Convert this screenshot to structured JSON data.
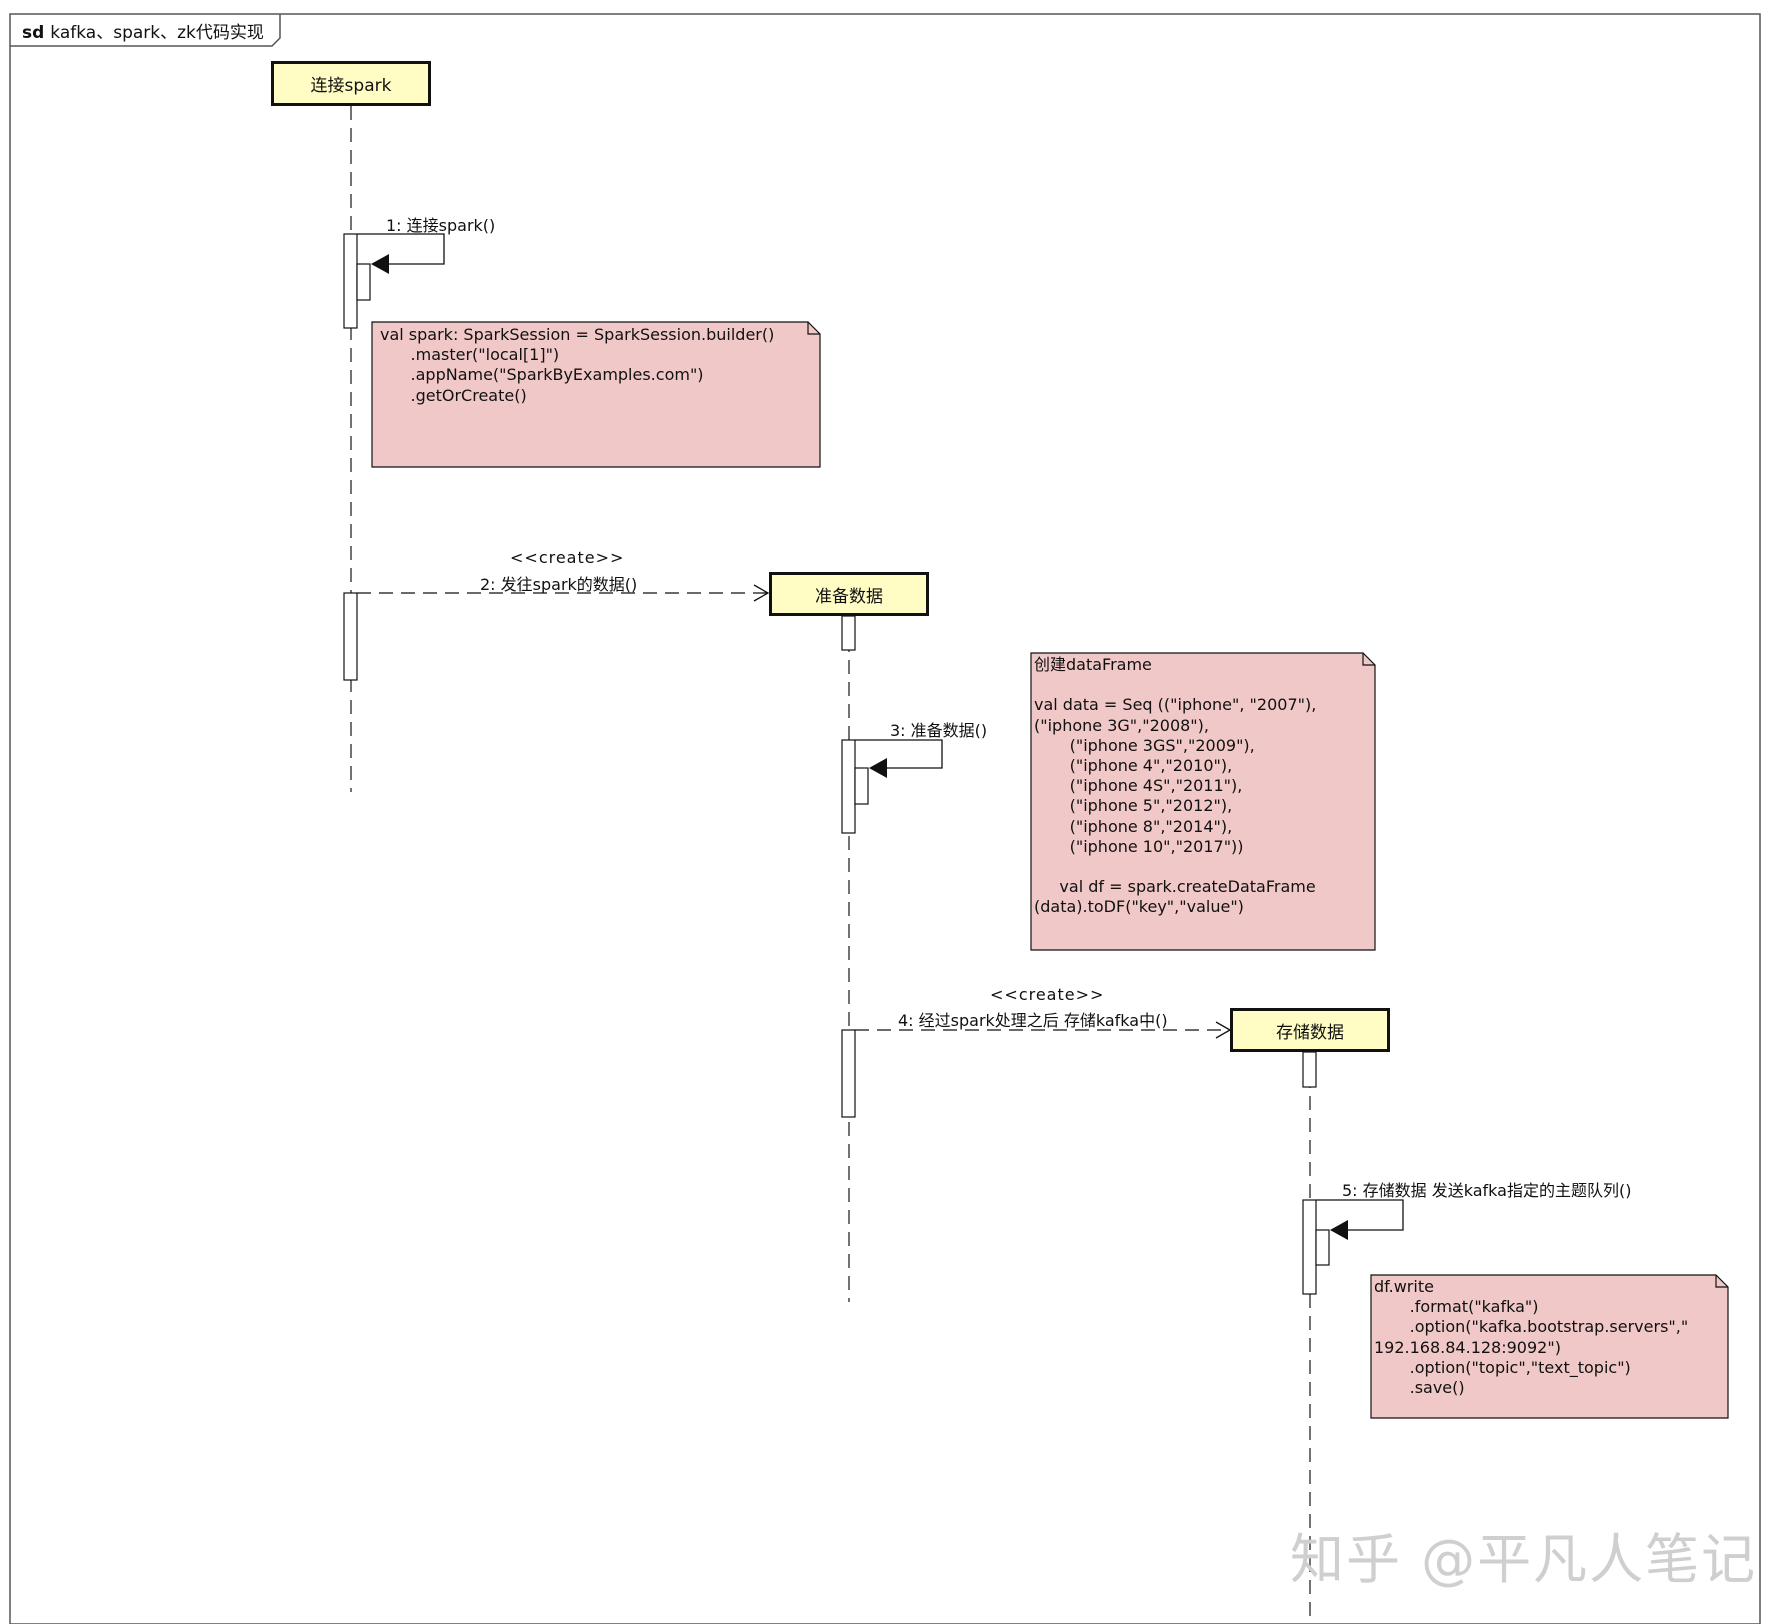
{
  "frame": {
    "keyword": "sd",
    "name": "kafka、spark、zk代码实现"
  },
  "lifelines": [
    {
      "label": "连接spark"
    },
    {
      "label": "准备数据"
    },
    {
      "label": "存储数据"
    }
  ],
  "messages": [
    {
      "label": "1: 连接spark()"
    },
    {
      "stereotype": "<<create>>",
      "label": "2: 发往spark的数据()"
    },
    {
      "label": "3: 准备数据()"
    },
    {
      "stereotype": "<<create>>",
      "label": "4: 经过spark处理之后 存储kafka中()"
    },
    {
      "label": "5: 存储数据 发送kafka指定的主题队列()"
    }
  ],
  "notes": [
    {
      "text": "val spark: SparkSession = SparkSession.builder()\n      .master(\"local[1]\")\n      .appName(\"SparkByExamples.com\")\n      .getOrCreate()"
    },
    {
      "text": "创建dataFrame\n\nval data = Seq ((\"iphone\", \"2007\"),\n(\"iphone 3G\",\"2008\"),\n       (\"iphone 3GS\",\"2009\"),\n       (\"iphone 4\",\"2010\"),\n       (\"iphone 4S\",\"2011\"),\n       (\"iphone 5\",\"2012\"),\n       (\"iphone 8\",\"2014\"),\n       (\"iphone 10\",\"2017\"))\n\n     val df = spark.createDataFrame\n(data).toDF(\"key\",\"value\")"
    },
    {
      "text": "df.write\n       .format(\"kafka\")\n       .option(\"kafka.bootstrap.servers\",\"\n192.168.84.128:9092\")\n       .option(\"topic\",\"text_topic\")\n       .save()"
    }
  ],
  "watermark": "知乎 @平凡人笔记",
  "colors": {
    "lifeline_fill": "#fffcc4",
    "note_fill": "#f1c8c8",
    "line": "#111111"
  }
}
